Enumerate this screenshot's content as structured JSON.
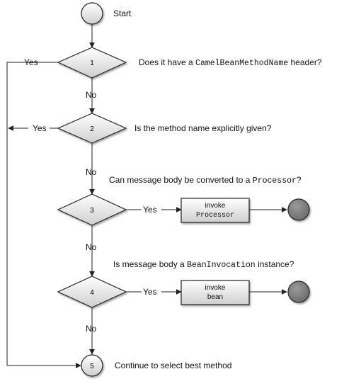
{
  "start": {
    "label": "Start"
  },
  "decisions": [
    {
      "number": "1",
      "question_prefix": "Does it have a ",
      "question_code": "CamelBeanMethodName",
      "question_suffix": " header?",
      "yes_label": "Yes",
      "no_label": "No"
    },
    {
      "number": "2",
      "question_prefix": "Is the method name explicitly given?",
      "question_code": "",
      "question_suffix": "",
      "yes_label": "Yes",
      "no_label": "No"
    },
    {
      "number": "3",
      "question_prefix": "Can message body be converted to a ",
      "question_code": "Processor",
      "question_suffix": "?",
      "yes_label": "Yes",
      "no_label": "No",
      "action_line1": "invoke",
      "action_line2": "Processor"
    },
    {
      "number": "4",
      "question_prefix": "Is message body a ",
      "question_code": "BeanInvocation",
      "question_suffix": " instance?",
      "yes_label": "Yes",
      "no_label": "No",
      "action_line1": "invoke",
      "action_line2": "bean"
    }
  ],
  "final": {
    "number": "5",
    "label": "Continue to select best method"
  },
  "colors": {
    "node_gradient_top": "#ffffff",
    "node_gradient_bottom": "#cfcfcf",
    "end_node": "#7a7a7a",
    "stroke": "#222222"
  }
}
